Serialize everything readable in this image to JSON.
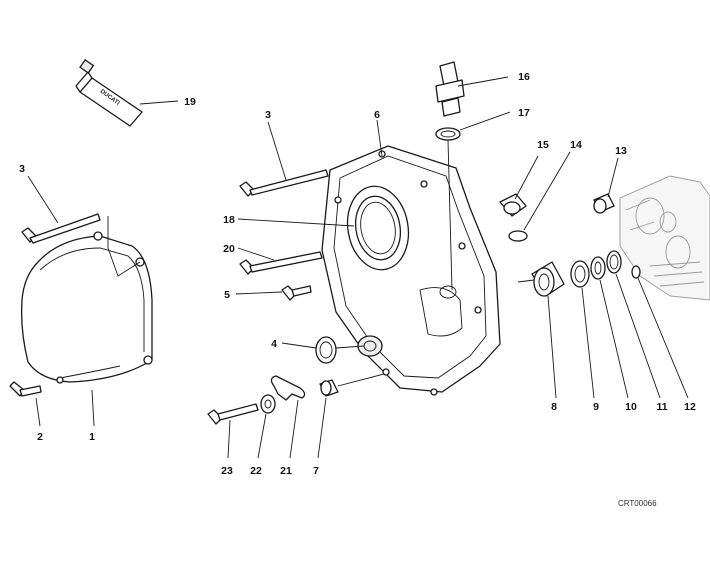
{
  "figure": {
    "reference_code": "CRT00066",
    "tube_brand": "DUCATI"
  },
  "callouts": {
    "c1": "1",
    "c2": "2",
    "c3a": "3",
    "c3b": "3",
    "c4": "4",
    "c5": "5",
    "c6": "6",
    "c7": "7",
    "c8": "8",
    "c9": "9",
    "c10": "10",
    "c11": "11",
    "c12": "12",
    "c13": "13",
    "c14": "14",
    "c15": "15",
    "c16": "16",
    "c17": "17",
    "c18": "18",
    "c19": "19",
    "c20": "20",
    "c21": "21",
    "c22": "22",
    "c23": "23"
  },
  "icons": {
    "bolt": "socket-head-bolt-icon",
    "seal": "oil-seal-icon",
    "tube": "sealant-tube-icon"
  }
}
